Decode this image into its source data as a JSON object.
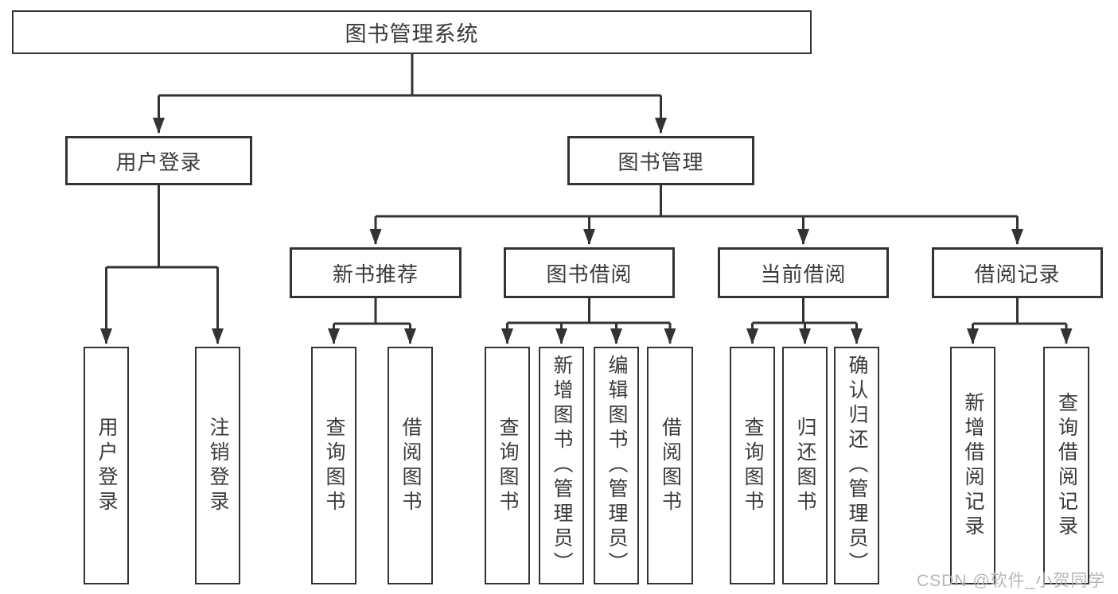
{
  "diagram_title": "图书管理系统",
  "tree": {
    "root": {
      "label": "图书管理系统"
    },
    "branches": [
      {
        "label": "用户登录",
        "children": [
          {
            "label": "用户登录"
          },
          {
            "label": "注销登录"
          }
        ]
      },
      {
        "label": "图书管理",
        "children": [
          {
            "label": "新书推荐",
            "children": [
              {
                "label": "查询图书"
              },
              {
                "label": "借阅图书"
              }
            ]
          },
          {
            "label": "图书借阅",
            "children": [
              {
                "label": "查询图书"
              },
              {
                "label": "新增图书（管理员）"
              },
              {
                "label": "编辑图书（管理员）"
              },
              {
                "label": "借阅图书"
              }
            ]
          },
          {
            "label": "当前借阅",
            "children": [
              {
                "label": "查询图书"
              },
              {
                "label": "归还图书"
              },
              {
                "label": "确认归还（管理员）"
              }
            ]
          },
          {
            "label": "借阅记录",
            "children": [
              {
                "label": "新增借阅记录"
              },
              {
                "label": "查询借阅记录"
              }
            ]
          }
        ]
      }
    ]
  },
  "watermark": {
    "text": "CSDN @软件_小贺同学"
  },
  "colors": {
    "line": "#333333",
    "box_border": "#333333",
    "text": "#3a3a3a",
    "background": "#ffffff",
    "watermark": "#b2b2b2"
  }
}
